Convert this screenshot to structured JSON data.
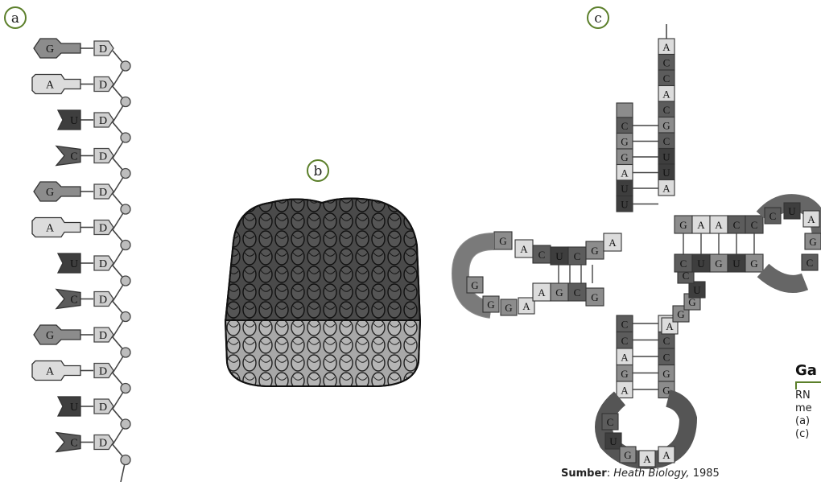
{
  "labels": {
    "a": "a",
    "b": "b",
    "c": "c"
  },
  "part_a": {
    "bases": [
      "G",
      "A",
      "U",
      "C",
      "G",
      "A",
      "U",
      "C",
      "G",
      "A",
      "U",
      "C"
    ],
    "sugar_label": "D"
  },
  "part_c": {
    "acceptor_stem_right": [
      "A",
      "C",
      "C",
      "A",
      "C",
      "G",
      "C",
      "U",
      "U",
      "A"
    ],
    "acceptor_stem_left": [
      "C",
      "G",
      "G",
      "A",
      "U",
      "U"
    ],
    "d_arm_top": [
      "G",
      "A",
      "C",
      "U",
      "C",
      "G",
      "A"
    ],
    "d_loop": [
      "G",
      "G",
      "G",
      "A"
    ],
    "d_arm_bottom": [
      "A",
      "G",
      "C",
      "G"
    ],
    "anticodon_stem_left": [
      "C",
      "C",
      "A",
      "G",
      "A"
    ],
    "anticodon_loop": [
      "C",
      "U",
      "G",
      "A",
      "A"
    ],
    "anticodon_stem_right": [
      "A",
      "C",
      "C",
      "G",
      "G"
    ],
    "variable": [
      "A",
      "G",
      "G",
      "U",
      "C"
    ],
    "t_arm_top": [
      "G",
      "A",
      "A",
      "C",
      "C"
    ],
    "t_loop": [
      "C",
      "U",
      "A",
      "G",
      "C"
    ],
    "t_arm_bottom": [
      "C",
      "U",
      "G",
      "U",
      "G"
    ]
  },
  "source": {
    "prefix": "Sumber",
    "book": "Heath Biology,",
    "year": "1985"
  },
  "caption": {
    "title": "Ga",
    "lines": [
      "RN",
      "me",
      "(a)",
      "(c)"
    ]
  },
  "colors": {
    "G": "#8c8c8c",
    "A": "#dcdcdc",
    "U": "#3e3e3e",
    "C": "#5c5c5c",
    "accent": "#5b7f2a"
  }
}
